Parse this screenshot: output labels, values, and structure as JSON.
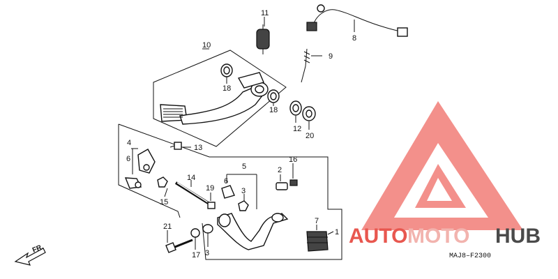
{
  "callouts": {
    "c1": "1",
    "c2": "2",
    "c3a": "3",
    "c3b": "3",
    "c4": "4",
    "c5": "5",
    "c6a": "6",
    "c6b": "6",
    "c7": "7",
    "c8": "8",
    "c9": "9",
    "c10": "10",
    "c11": "11",
    "c12": "12",
    "c13": "13",
    "c14": "14",
    "c15": "15",
    "c16": "16",
    "c17": "17",
    "c18a": "18",
    "c18b": "18",
    "c19": "19",
    "c20": "20",
    "c21": "21"
  },
  "front_arrow": "FR.",
  "diagram_code": "MAJ8–F2300",
  "watermark": {
    "text_auto": "AUTO",
    "text_moto": "MOTO",
    "text_hub": "HUB",
    "color_auto": "#e8574f",
    "color_moto": "#f2b3ae",
    "color_hub": "#4a4a4a",
    "triangle_color": "#f27d77"
  }
}
